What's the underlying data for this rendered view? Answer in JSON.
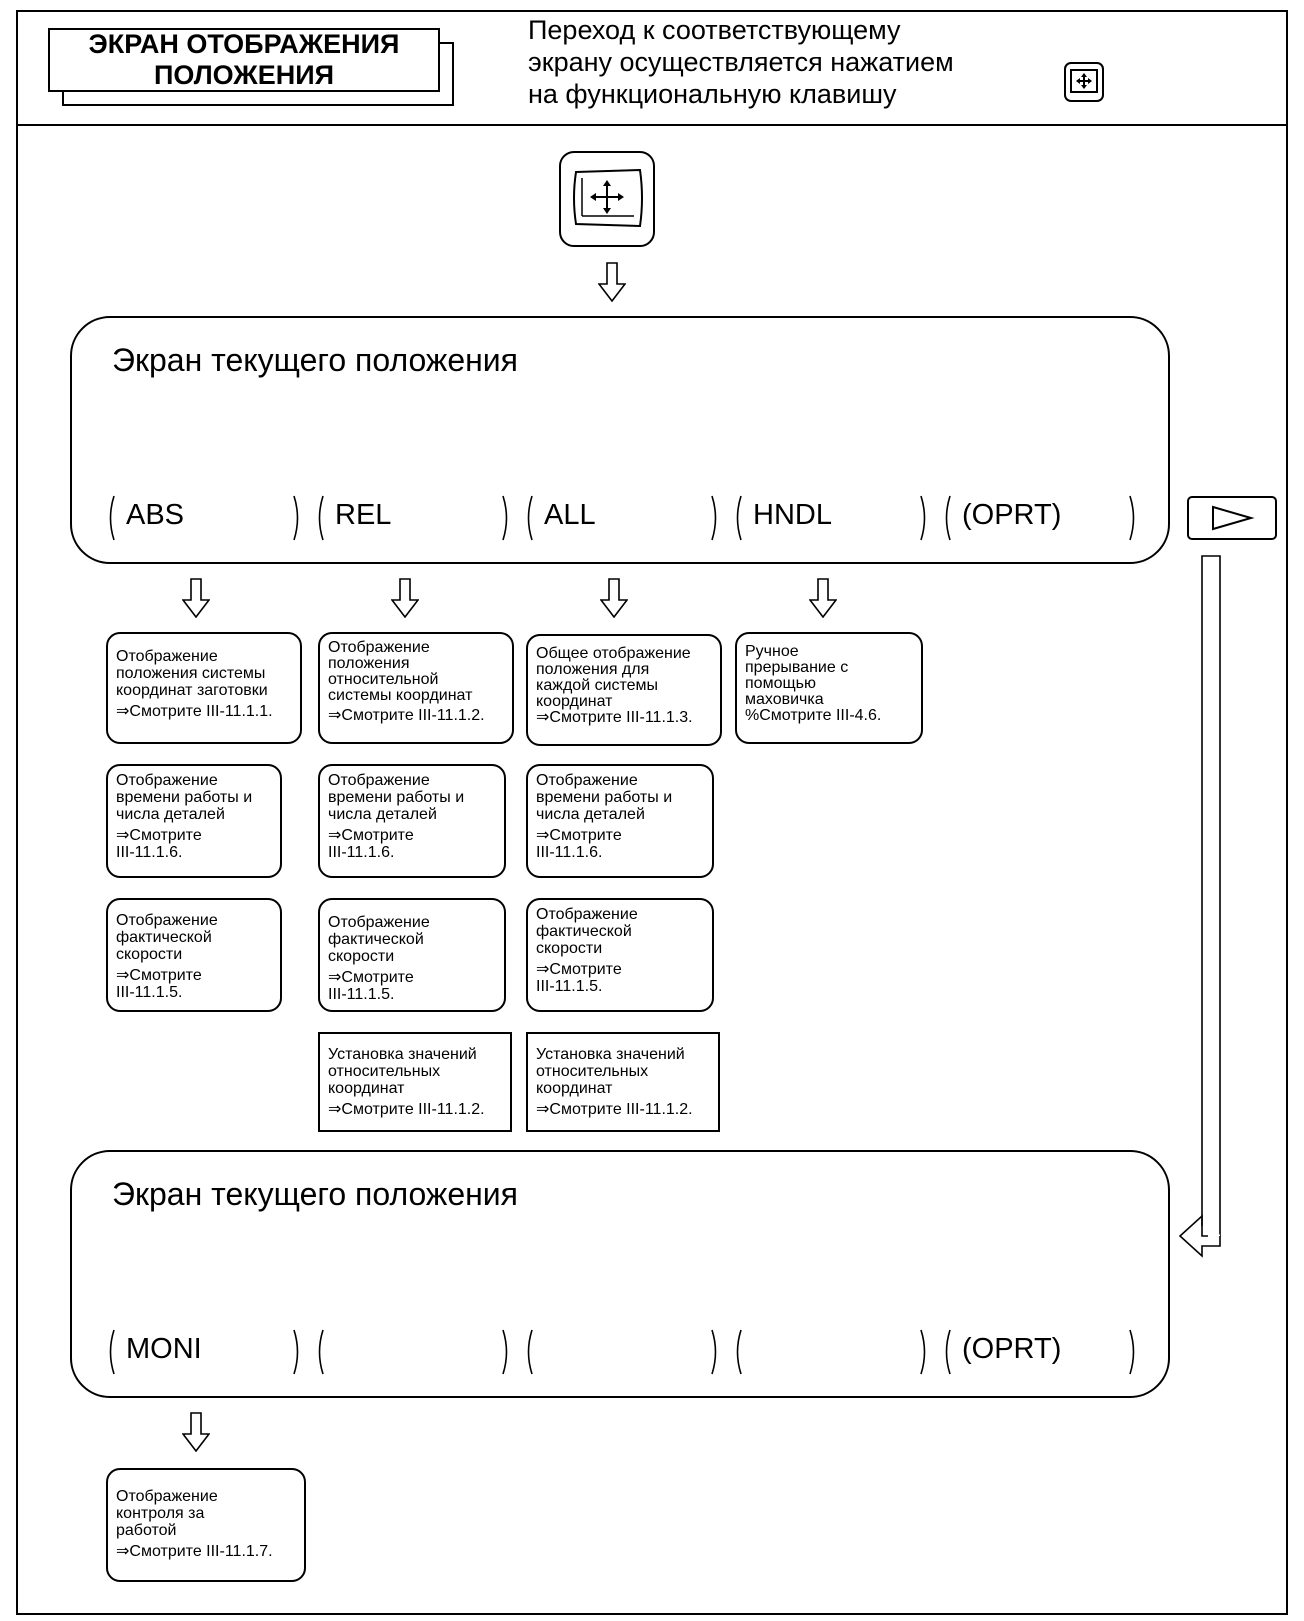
{
  "header": {
    "title_lines": [
      "ЭКРАН ОТОБРАЖЕНИЯ",
      "ПОЛОЖЕНИЯ"
    ],
    "intro_lines": [
      "Переход к соответствующему",
      "экрану осуществляется нажатием",
      "на функциональную клавишу"
    ]
  },
  "panel1": {
    "title": "Экран текущего положения",
    "softkeys": [
      "ABS",
      "REL",
      "ALL",
      "HNDL",
      "(OPRT)"
    ]
  },
  "panel2": {
    "title": "Экран текущего положения",
    "softkeys": [
      "MONI",
      "",
      "",
      "",
      "(OPRT)"
    ]
  },
  "boxes": {
    "abs_1": [
      "Отображение",
      "положения системы",
      "координат заготовки",
      "⇒Смотрите III-11.1.1."
    ],
    "rel_1": [
      "Отображение",
      "положения",
      "относительной",
      "системы координат",
      "⇒Смотрите III-11.1.2."
    ],
    "all_1": [
      "Общее отображение",
      "положения для",
      "каждой системы",
      "координат",
      "⇒Смотрите III-11.1.3."
    ],
    "hndl_1": [
      "Ручное",
      "прерывание с",
      "помощью",
      "маховичка",
      "%Смотрите III-4.6."
    ],
    "abs_2": [
      "Отображение",
      "времени работы и",
      "числа деталей",
      "⇒Смотрите",
      "III-11.1.6."
    ],
    "rel_2": [
      "Отображение",
      "времени работы и",
      "числа деталей",
      "⇒Смотрите",
      "III-11.1.6."
    ],
    "all_2": [
      "Отображение",
      "времени работы и",
      "числа деталей",
      "⇒Смотрите",
      "III-11.1.6."
    ],
    "abs_3": [
      "Отображение",
      "фактической",
      "скорости",
      "⇒Смотрите",
      "III-11.1.5."
    ],
    "rel_3": [
      "Отображение",
      "фактической",
      "скорости",
      "⇒Смотрите",
      "III-11.1.5."
    ],
    "all_3": [
      "Отображение",
      "фактической",
      "скорости",
      "⇒Смотрите",
      "III-11.1.5."
    ],
    "rel_4": [
      "Установка значений",
      "относительных",
      "координат",
      "⇒Смотрите III-11.1.2."
    ],
    "all_4": [
      "Установка значений",
      "относительных",
      "координат",
      "⇒Смотрите III-11.1.2."
    ],
    "moni_1": [
      "Отображение",
      "контроля за",
      "работой",
      "⇒Смотрите III-11.1.7."
    ]
  },
  "icons": {
    "function_key": "position-function-key-icon",
    "next_key": "next-page-triangle-icon",
    "down_arrow": "hollow-down-arrow-icon"
  }
}
